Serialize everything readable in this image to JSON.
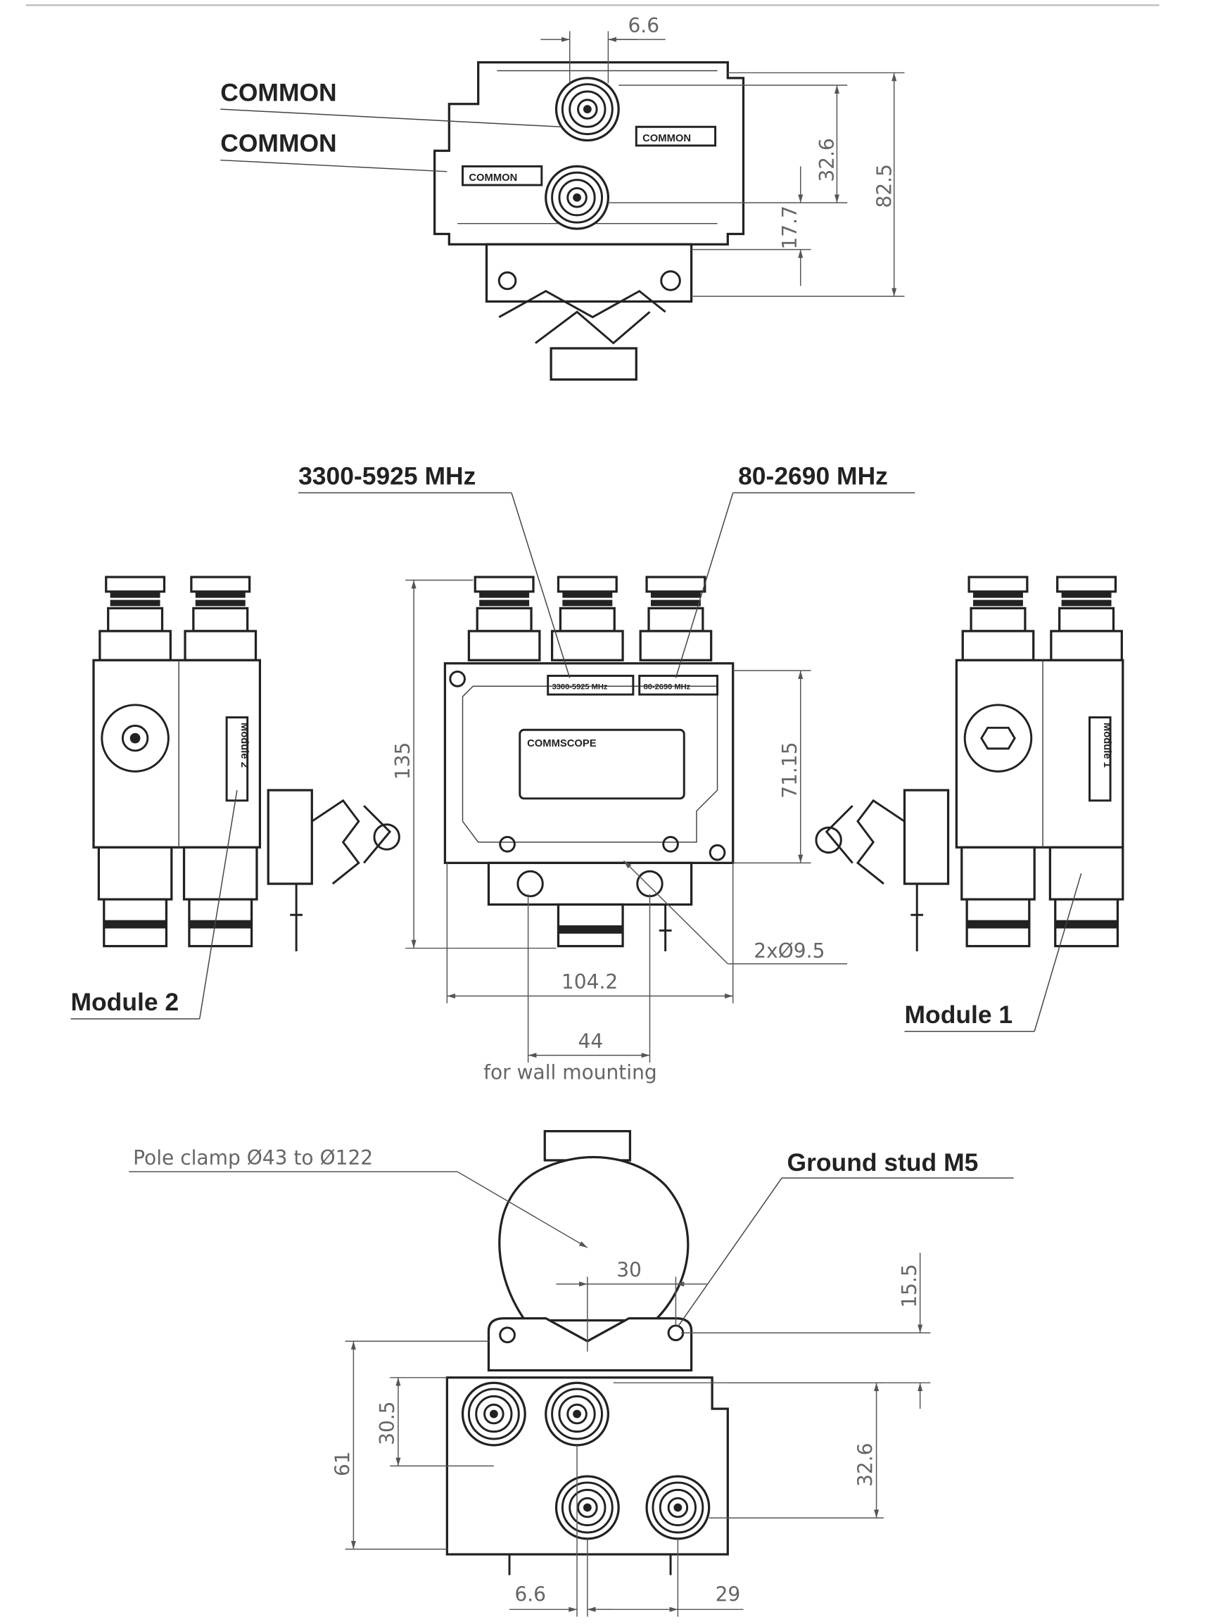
{
  "top_view": {
    "common_label_1": "COMMON",
    "common_label_2": "COMMON",
    "plate_common_1": "COMMON",
    "plate_common_2": "COMMON",
    "dim_6_6": "6.6",
    "dim_32_6": "32.6",
    "dim_82_5": "82.5",
    "dim_17_7": "17.7"
  },
  "front_view": {
    "band_high": "3300-5925 MHz",
    "band_low": "80-2690 MHz",
    "plate_band_high": "3300-5925 MHz",
    "plate_band_low": "80-2690 MHz",
    "brand": "COMMSCOPE",
    "dim_135": "135",
    "dim_71_15": "71.15",
    "dim_104_2": "104.2",
    "dim_44": "44",
    "wall_mount_note": "for wall mounting",
    "hole_dim": "2xØ9.5",
    "module_2": "Module 2",
    "module_1": "Module 1",
    "plate_module_2": "Module 2",
    "plate_module_1": "Module 1"
  },
  "bottom_view": {
    "pole_clamp": "Pole clamp Ø43 to Ø122",
    "ground_stud": "Ground stud M5",
    "dim_30": "30",
    "dim_15_5": "15.5",
    "dim_30_5": "30.5",
    "dim_61": "61",
    "dim_32_6": "32.6",
    "dim_6_6": "6.6",
    "dim_29": "29"
  }
}
